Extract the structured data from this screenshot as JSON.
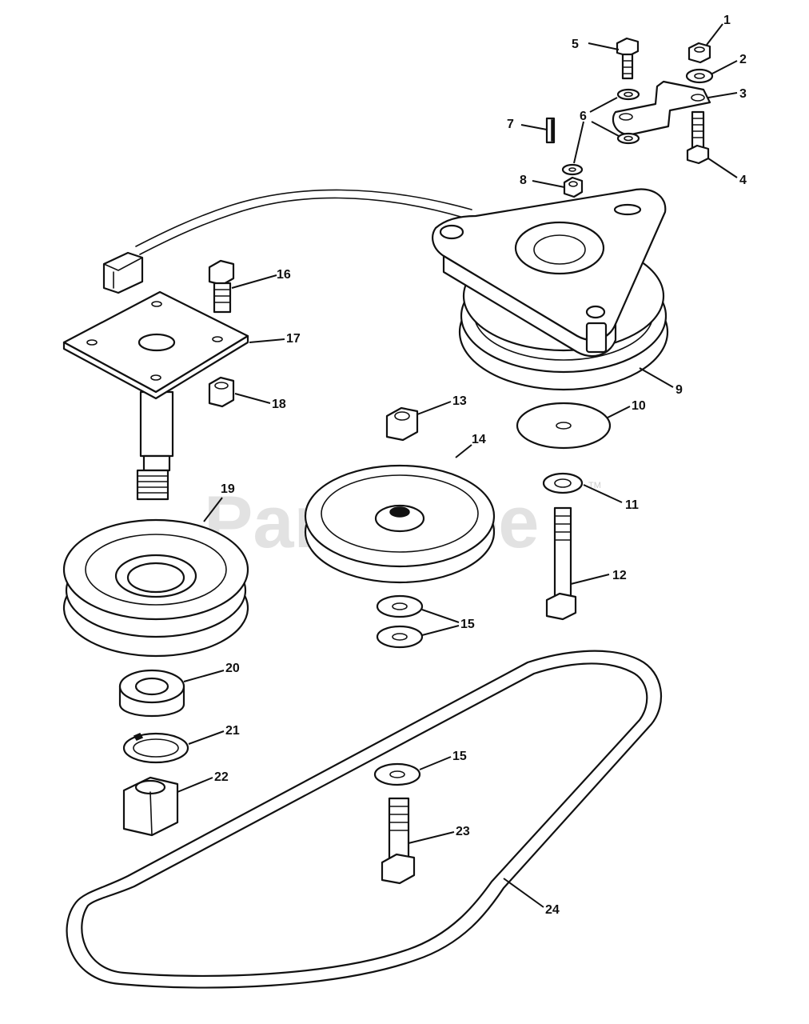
{
  "watermark": {
    "text": "PartsTree",
    "mark": "TM"
  },
  "callouts": [
    "1",
    "2",
    "3",
    "4",
    "5",
    "6",
    "7",
    "8",
    "9",
    "10",
    "11",
    "12",
    "13",
    "14",
    "15",
    "16",
    "17",
    "18",
    "19",
    "20",
    "21",
    "22",
    "23",
    "24"
  ],
  "colors": {
    "line": "#111111",
    "background": "#ffffff",
    "watermark": "#d9d9d9"
  }
}
